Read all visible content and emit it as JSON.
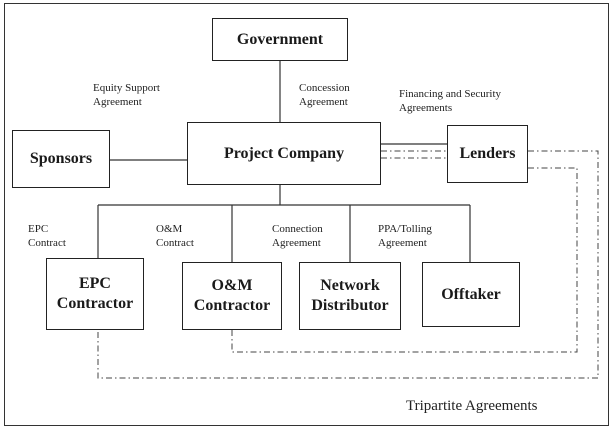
{
  "nodes": {
    "government": "Government",
    "sponsors": "Sponsors",
    "project_company": "Project Company",
    "lenders": "Lenders",
    "epc_contractor": "EPC\nContractor",
    "om_contractor": "O&M\nContractor",
    "network_distributor": "Network\nDistributor",
    "offtaker": "Offtaker"
  },
  "agreements": {
    "equity_support": "Equity Support\nAgreement",
    "concession": "Concession\nAgreement",
    "financing_security": "Financing and Security\nAgreements",
    "epc_contract": "EPC\nContract",
    "om_contract": "O&M\nContract",
    "connection": "Connection\nAgreement",
    "ppa_tolling": "PPA/Tolling\nAgreement"
  },
  "legend": {
    "tripartite": "Tripartite Agreements"
  }
}
